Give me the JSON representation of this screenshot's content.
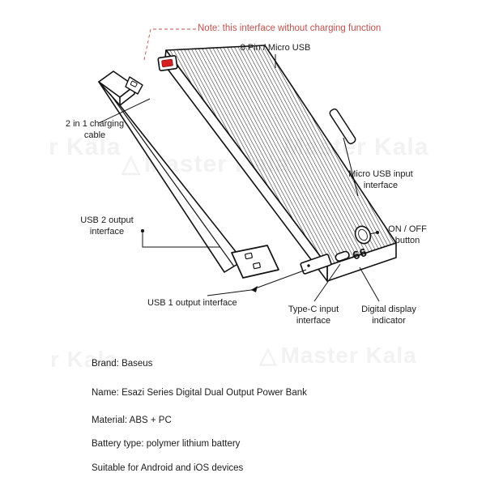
{
  "note": {
    "text": "Note: this interface without charging function",
    "color": "#c0504d"
  },
  "callouts": {
    "pin_micro_usb": "8 Pin / Micro USB",
    "charging_cable": "2 in 1 charging\ncable",
    "usb2_output": "USB 2 output\ninterface",
    "usb1_output": "USB 1 output interface",
    "micro_usb_input": "Micro USB input\ninterface",
    "on_off_button": "ON / OFF\nbutton",
    "type_c_input": "Type-C input\ninterface",
    "digital_display": "Digital display\nindicator"
  },
  "device": {
    "display_value": "66"
  },
  "specs": [
    "Brand: Baseus",
    "Name: Esazi Series Digital Dual Output Power Bank",
    "Material: ABS + PC",
    "Battery type: polymer lithium battery",
    "Suitable for Android and iOS devices"
  ],
  "watermarks": [
    {
      "text": "r Kala",
      "size": 30
    },
    {
      "text": "Master Kala",
      "size": 30
    },
    {
      "text": "Master Kala",
      "size": 30
    },
    {
      "text": "r Kala",
      "size": 28
    },
    {
      "text": "Master Kala",
      "size": 28
    }
  ],
  "colors": {
    "line": "#121212",
    "note_red": "#c0504d",
    "port_highlight": "#d42020",
    "watermark": "#f2f2f2",
    "background": "#ffffff"
  }
}
